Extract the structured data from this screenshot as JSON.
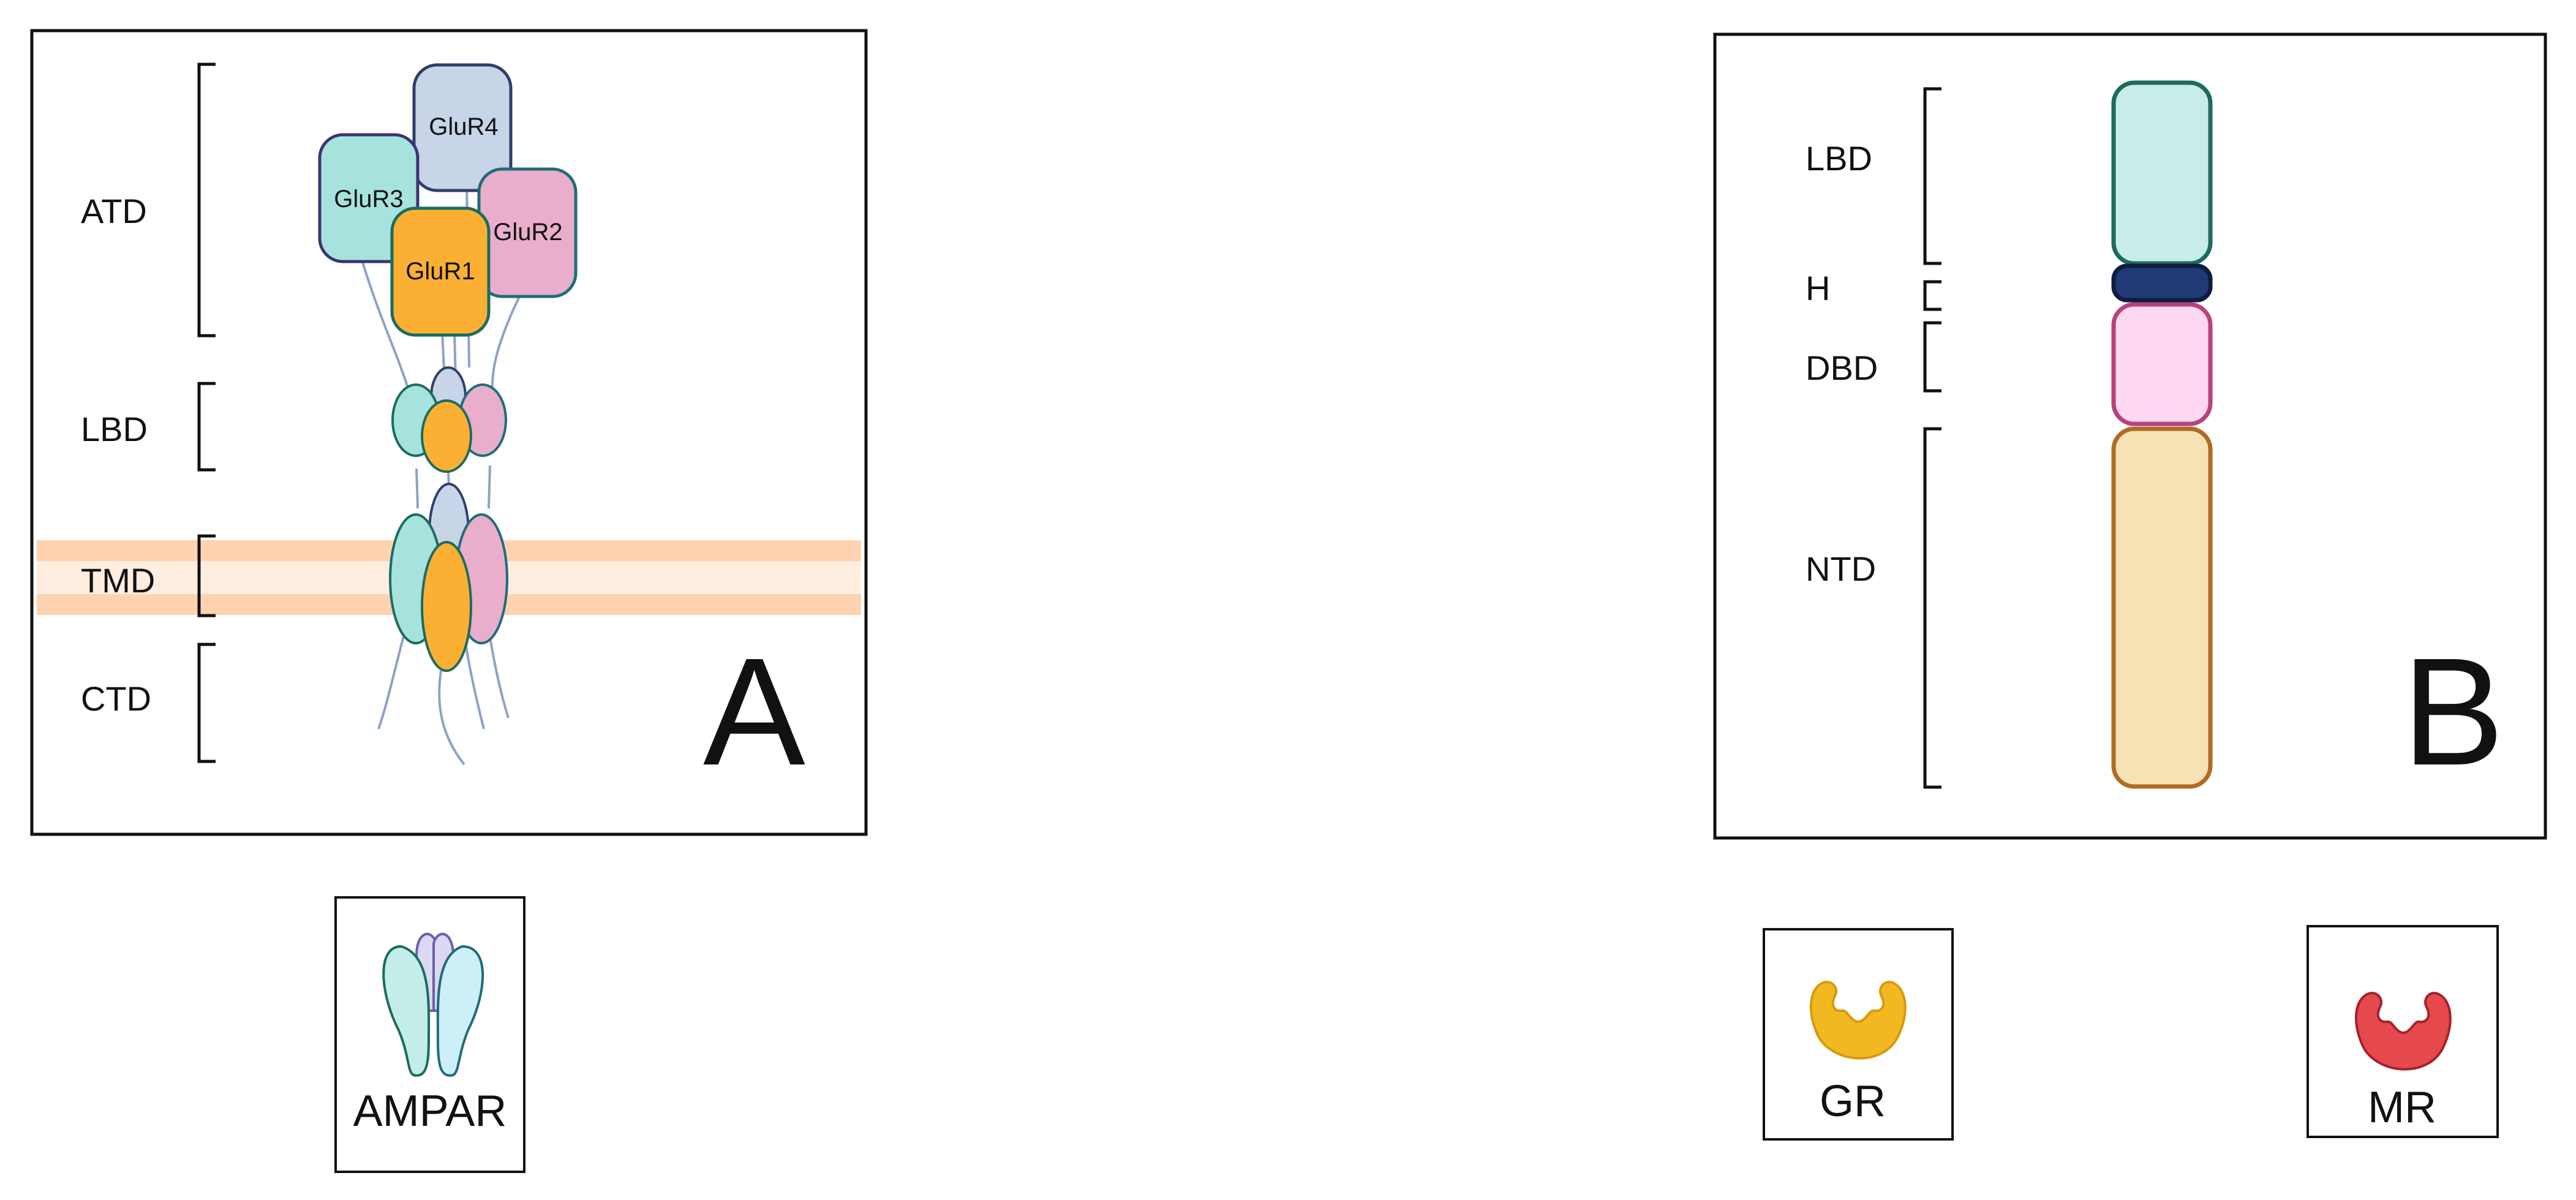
{
  "panel_a": {
    "letter": "A",
    "domains": [
      "ATD",
      "LBD",
      "TMD",
      "CTD"
    ],
    "subunits": [
      "GluR1",
      "GluR2",
      "GluR3",
      "GluR4"
    ],
    "icon_caption": "AMPAR"
  },
  "panel_b": {
    "letter": "B",
    "domains": [
      "LBD",
      "H",
      "DBD",
      "NTD"
    ],
    "icons": [
      "GR",
      "MR"
    ]
  },
  "colors": {
    "glur1": "#FBB034",
    "glur2": "#E8AECB",
    "glur3": "#A6E3DD",
    "glur4": "#C8D4E8",
    "membrane": "#FFD3B0",
    "lbd_b": "#C8EDE9",
    "hinge": "#1F3A75",
    "dbd": "#FDD8F0",
    "ntd": "#F7E2B5",
    "gr_icon": "#F2B822",
    "mr_icon": "#E5484D"
  }
}
